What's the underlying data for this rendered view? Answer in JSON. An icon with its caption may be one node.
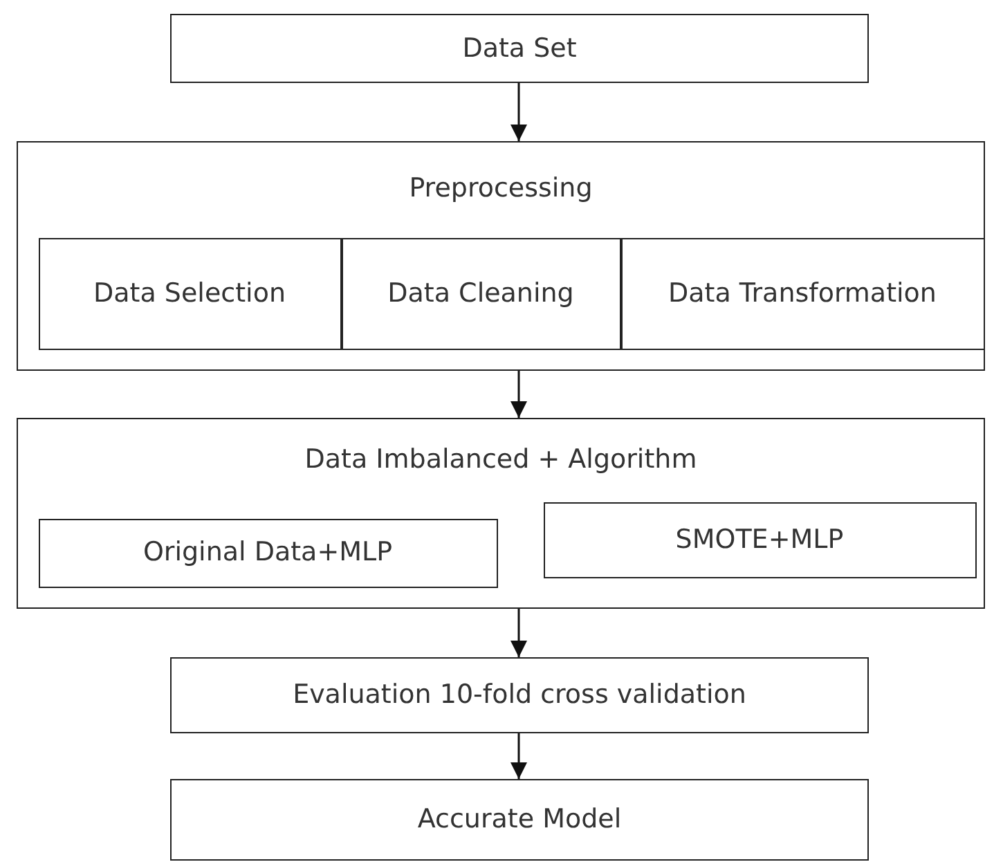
{
  "diagram": {
    "nodes": [
      {
        "text": [
          "Data Set"
        ]
      },
      {
        "text": [
          "Preprocessing"
        ]
      },
      {
        "text": [
          "Data Selection"
        ],
        "in": 1
      },
      {
        "text": [
          "Data Cleaning"
        ],
        "in": 1
      },
      {
        "text": [
          "Data Transformation"
        ],
        "in": 1
      },
      {
        "text": [
          "Data Imbalanced + Algorithm"
        ]
      },
      {
        "text": [
          "Original Data+MLP"
        ],
        "in": 5
      },
      {
        "text": [
          "SMOTE+MLP"
        ],
        "in": 5
      },
      {
        "text": [
          "Evaluation 10-fold cross validation"
        ]
      },
      {
        "text": [
          "Accurate Model"
        ]
      }
    ],
    "edges": [
      {
        "from": 0,
        "to": 1,
        "arrow": "to"
      },
      {
        "from": 1,
        "to": 5,
        "arrow": "to"
      },
      {
        "from": 5,
        "to": 8,
        "arrow": "to"
      },
      {
        "from": 8,
        "to": 9,
        "arrow": "to"
      }
    ]
  }
}
